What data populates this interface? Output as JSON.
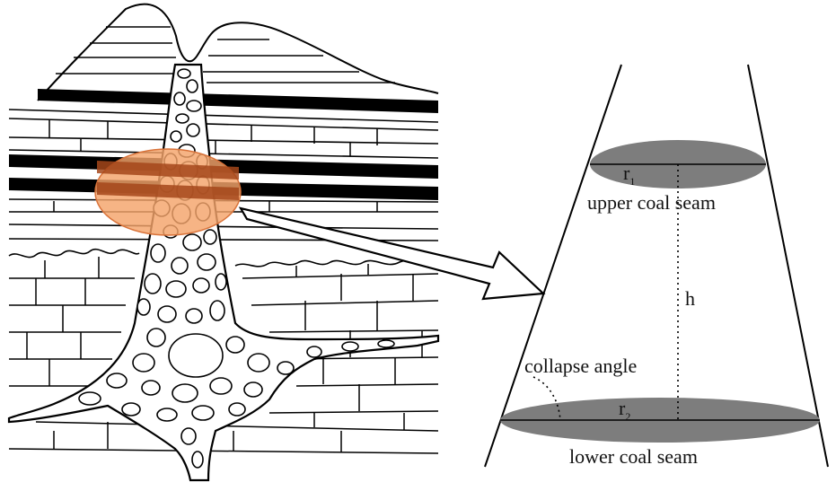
{
  "diagram": {
    "left_panel": {
      "highlight_color": "#f4a46a",
      "highlight_stroke": "#d9733a",
      "coal_color": "#000000"
    },
    "right_panel": {
      "seam_fill": "#7d7d7d",
      "upper_seam_label": "upper coal seam",
      "lower_seam_label": "lower coal seam",
      "upper_radius_label": "r",
      "upper_radius_sub": "1",
      "lower_radius_label": "r",
      "lower_radius_sub": "2",
      "height_label": "h",
      "angle_label": "collapse angle"
    }
  }
}
